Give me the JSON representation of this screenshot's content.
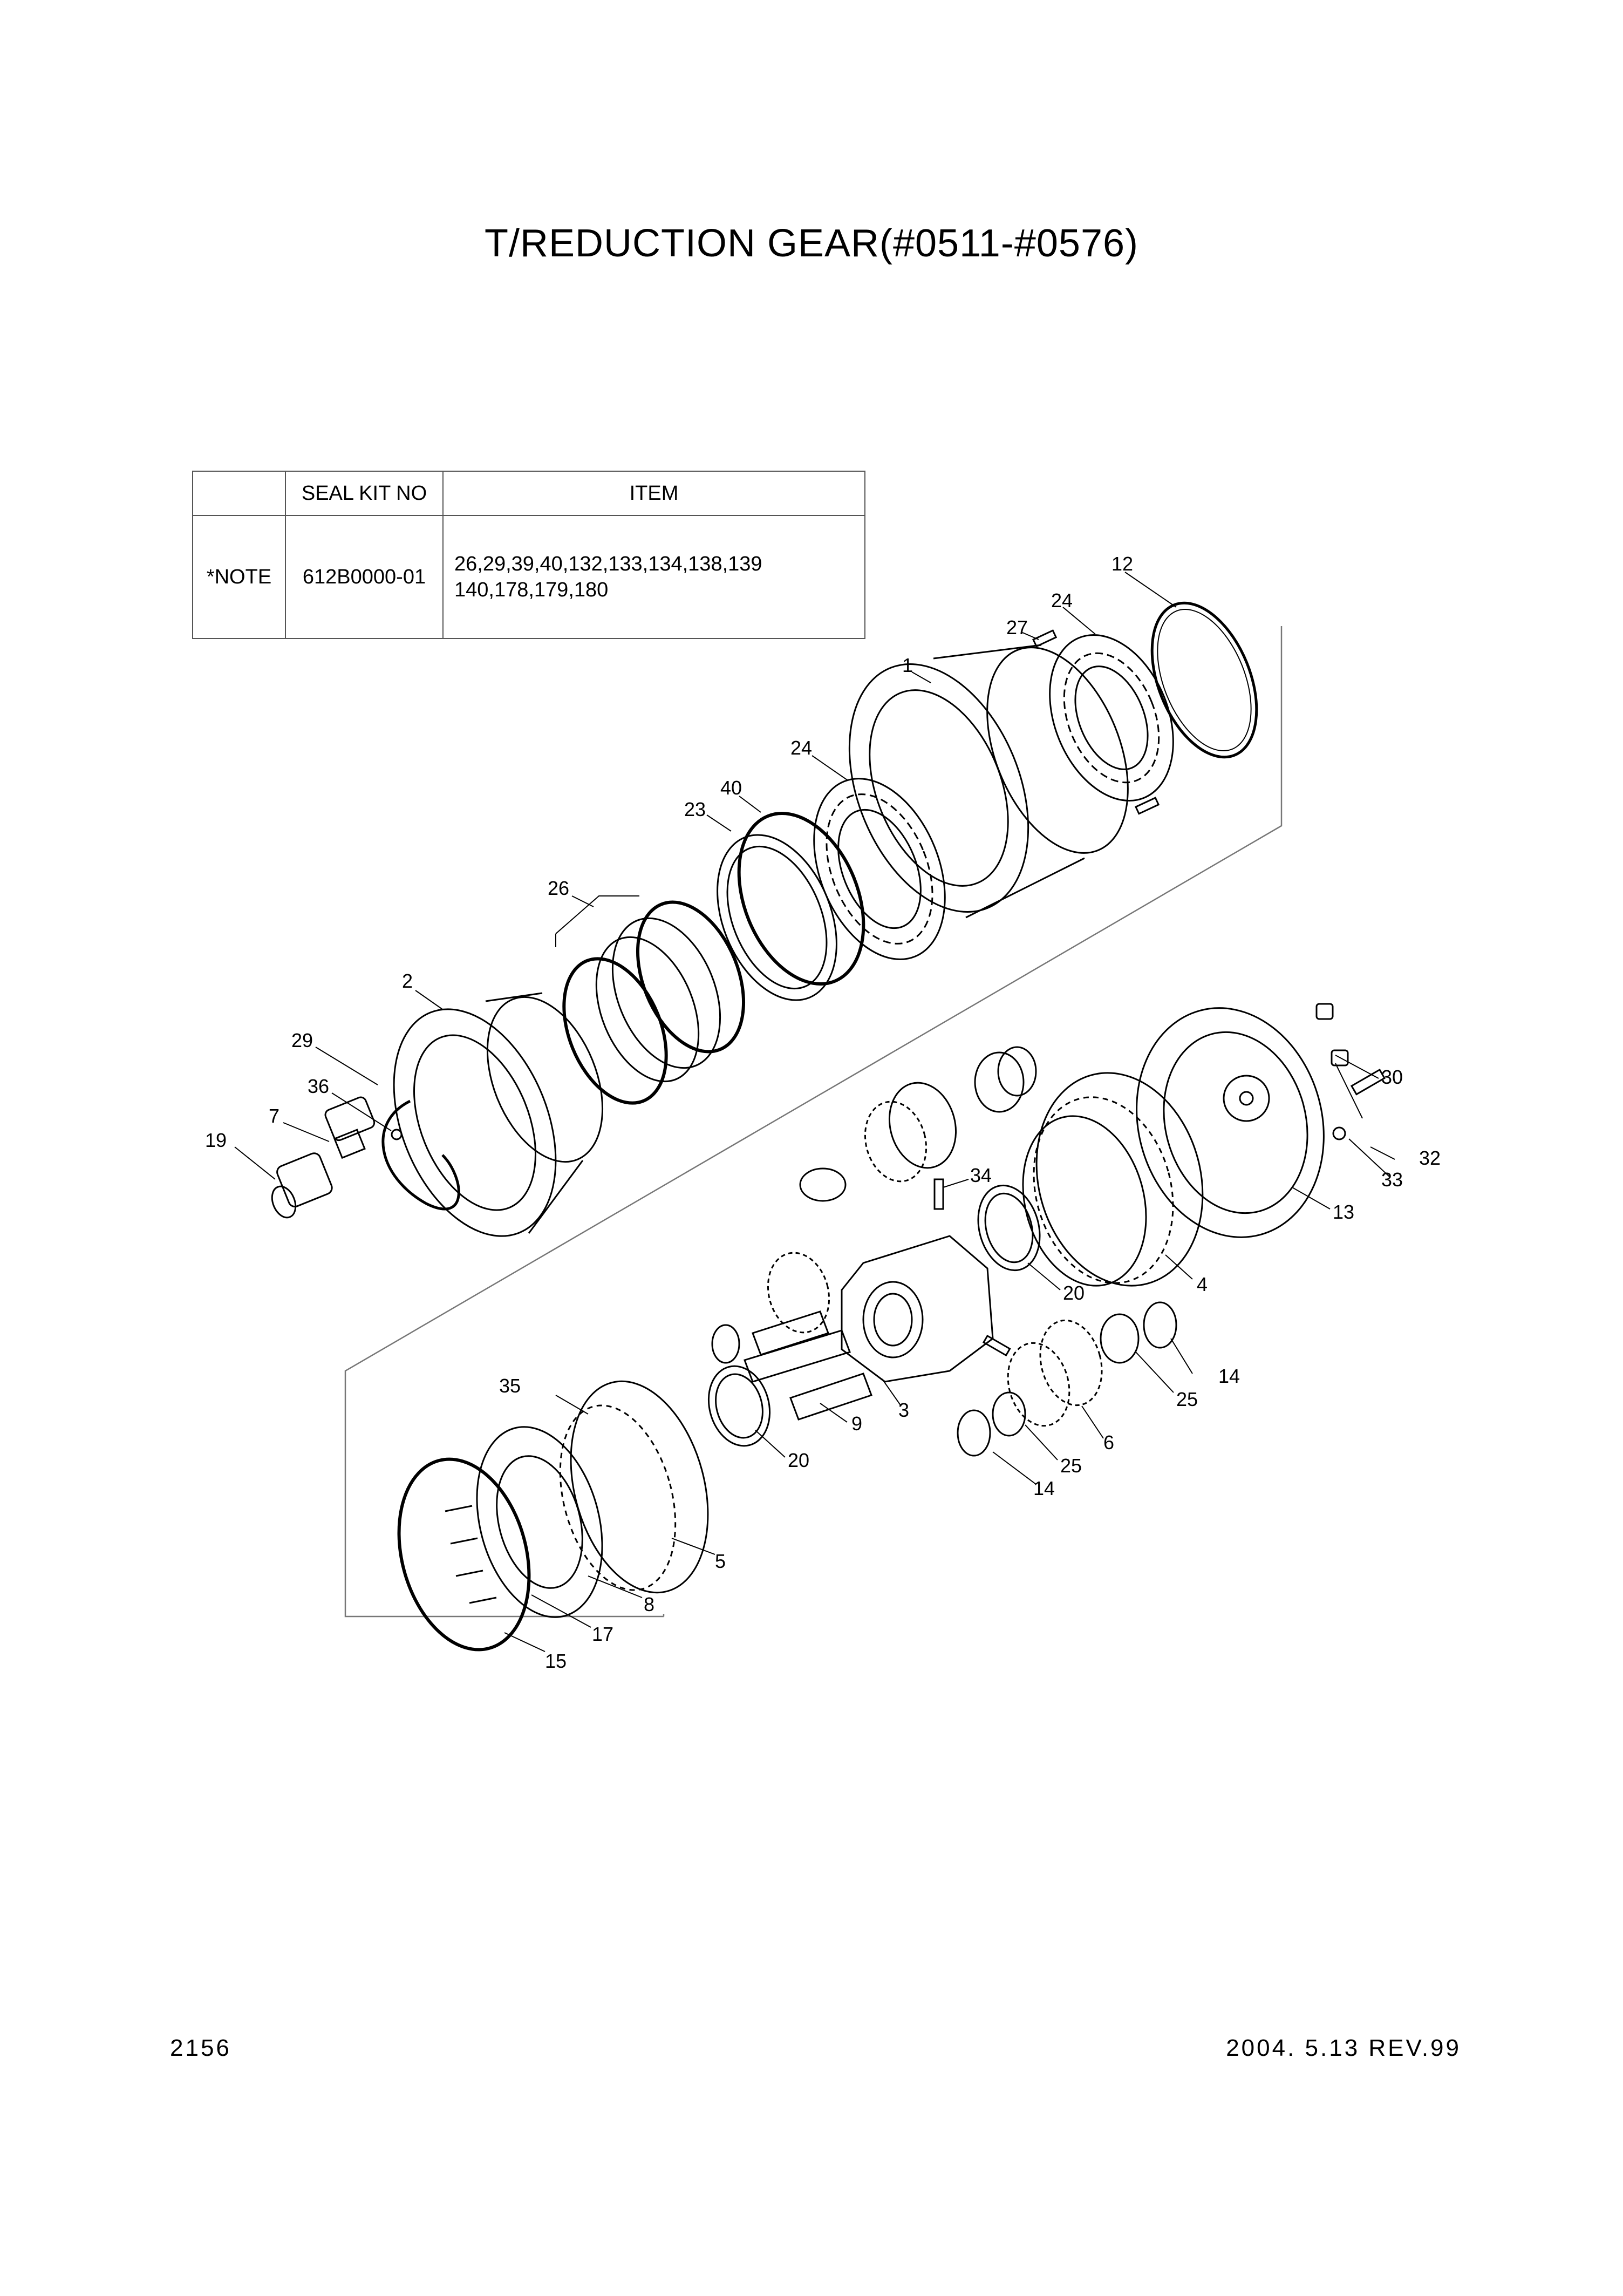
{
  "title": "T/REDUCTION GEAR(#0511-#0576)",
  "seal_table": {
    "headers": [
      "",
      "SEAL KIT NO",
      "ITEM"
    ],
    "row": {
      "note": "*NOTE",
      "kit_no": "612B0000-01",
      "items_line1": "26,29,39,40,132,133,134,138,139",
      "items_line2": "140,178,179,180"
    }
  },
  "callouts": {
    "c12": "12",
    "c24a": "24",
    "c27": "27",
    "c1": "1",
    "c24b": "24",
    "c40": "40",
    "c23": "23",
    "c26": "26",
    "c2": "2",
    "c29": "29",
    "c36": "36",
    "c7": "7",
    "c19": "19",
    "c30": "30",
    "c32": "32",
    "c33": "33",
    "c13": "13",
    "c34": "34",
    "c20a": "20",
    "c4": "4",
    "c35": "35",
    "c20b": "20",
    "c9": "9",
    "c3": "3",
    "c14a": "14",
    "c25a": "25",
    "c6": "6",
    "c25b": "25",
    "c14b": "14",
    "c5": "5",
    "c8": "8",
    "c17": "17",
    "c15": "15"
  },
  "footer": {
    "page": "2156",
    "date_rev": "2004. 5.13  REV.99"
  }
}
